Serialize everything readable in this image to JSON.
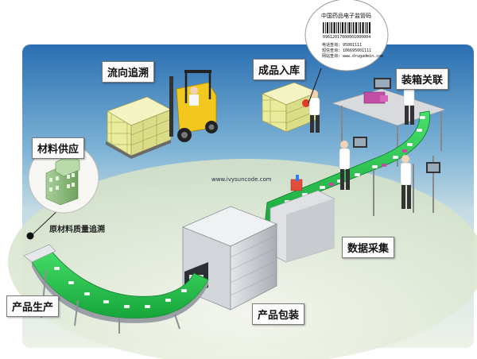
{
  "labels": {
    "flow_trace": "流向追溯",
    "warehouse_in": "成品入库",
    "case_link": "装箱关联",
    "material_supply": "材料供应",
    "raw_material_trace": "原材料质量追溯",
    "data_collection": "数据采集",
    "product_production": "产品生产",
    "product_packaging": "产品包装"
  },
  "website": "www.ivysuncode.com",
  "code_card": {
    "title": "中国药品电子监管码",
    "code_number": "09612017000001000004",
    "lines": [
      "电话查询: 95001111",
      "短信查询: 106695001111",
      "网站查询: www.drugadmin.com"
    ]
  },
  "colors": {
    "sky_top": "#2a6fb2",
    "sky_mid": "#9cc6de",
    "ground": "#d6e3c3",
    "conveyor_green": "#2dcf55",
    "box_yellow": "#e9ec9a",
    "forklift_yellow": "#f2c81e",
    "machine_grey": "#c9ccd0"
  }
}
